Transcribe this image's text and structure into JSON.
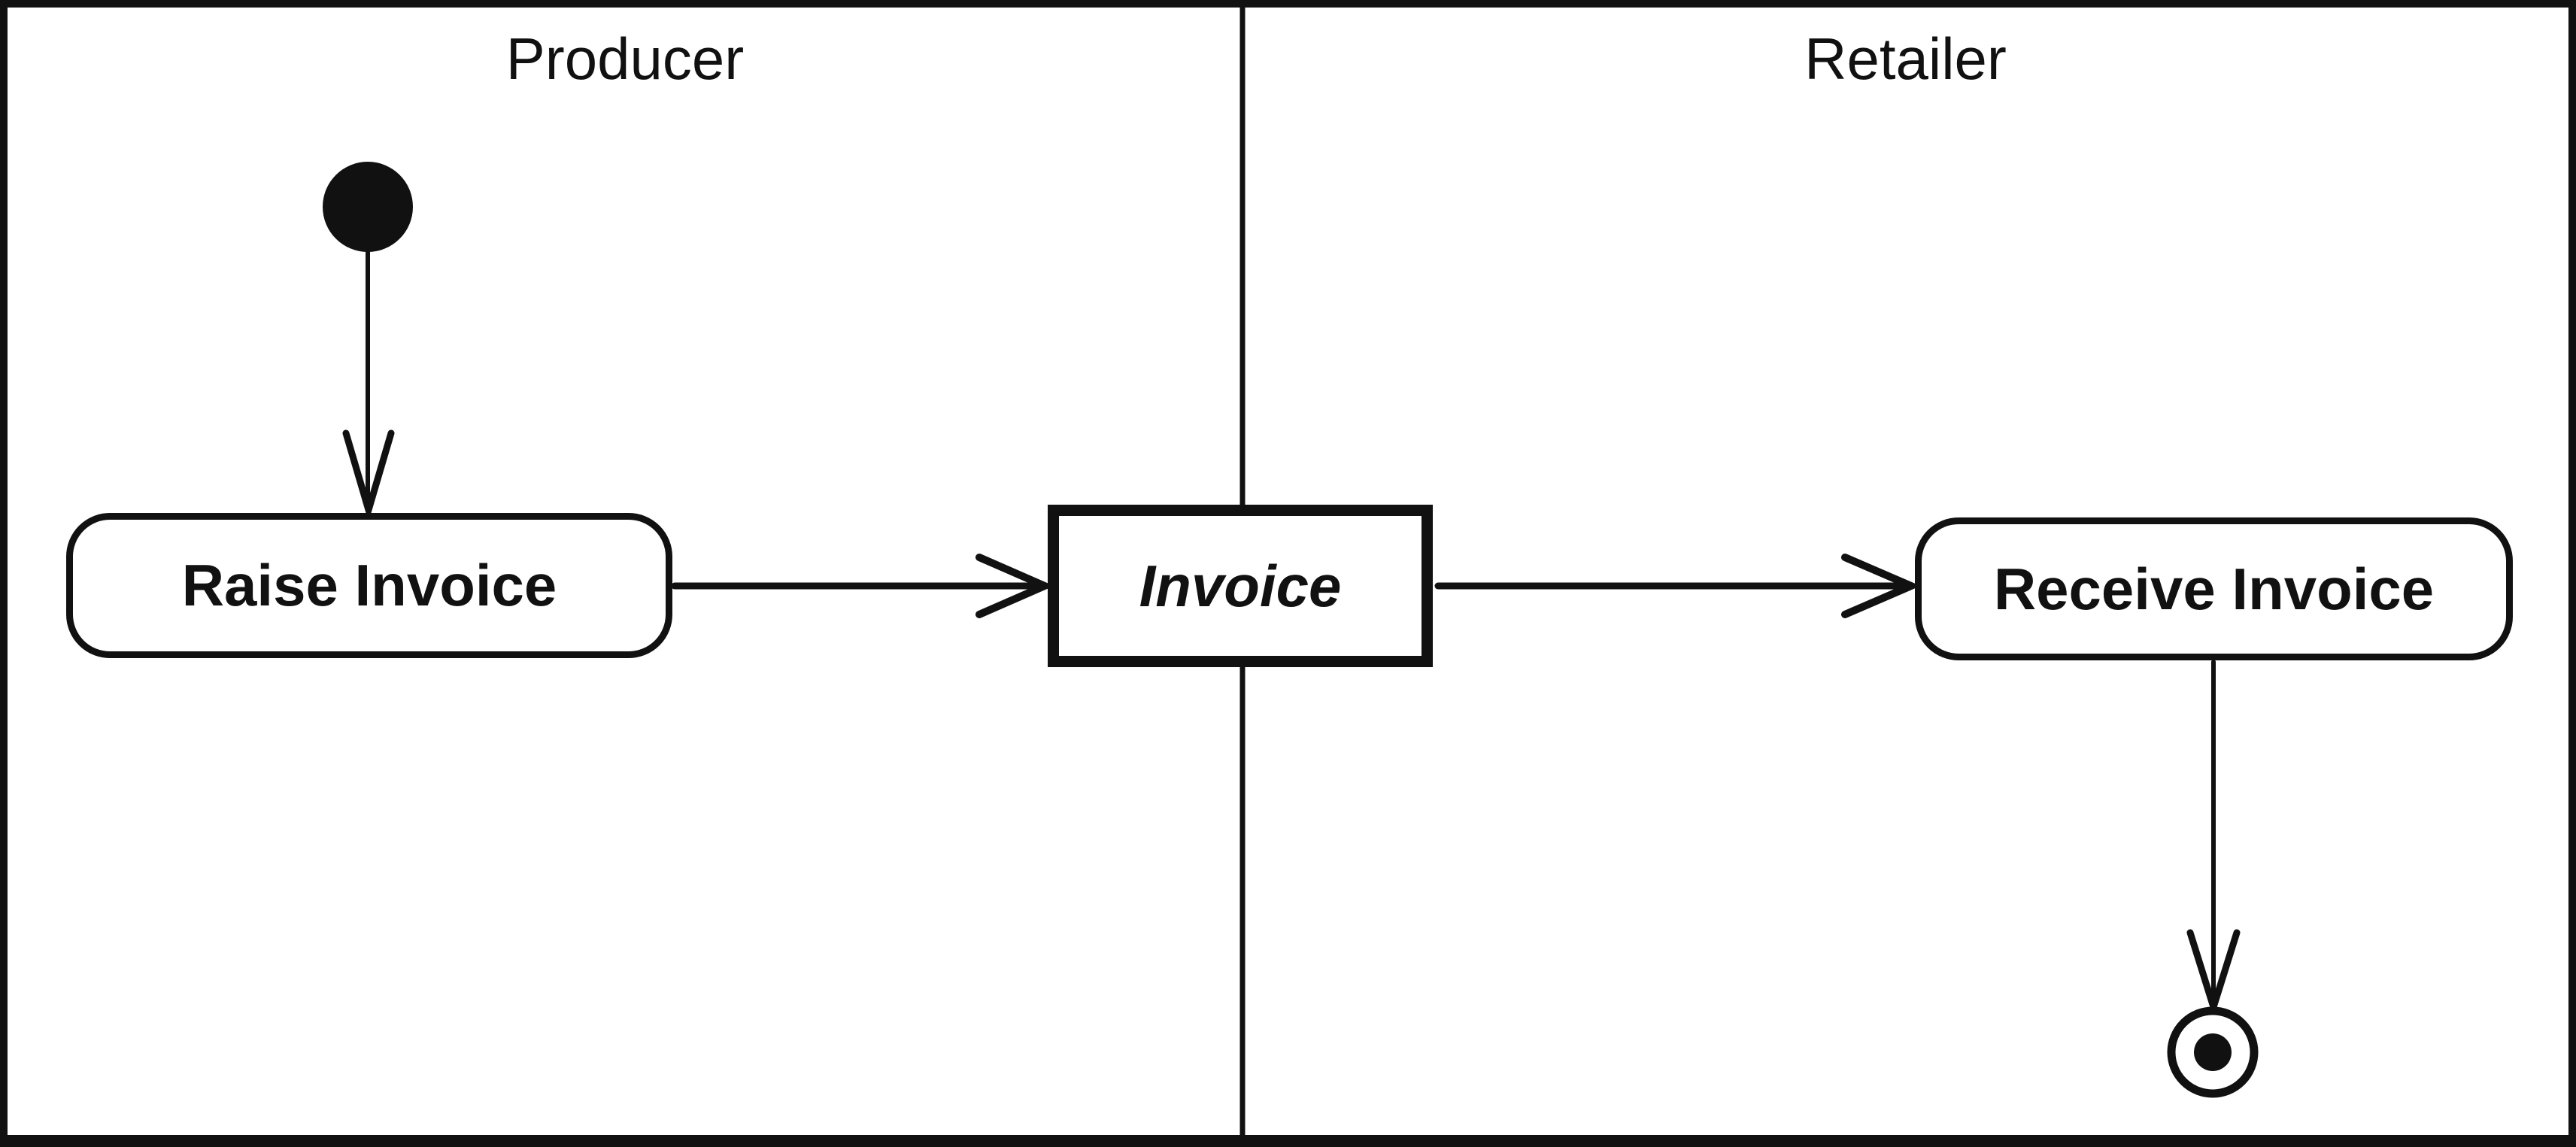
{
  "diagram": {
    "kind": "uml-activity-swimlane-diagram",
    "colors": {
      "ink": "#111111",
      "paper": "#ffffff"
    },
    "lanes": [
      {
        "label": "Producer"
      },
      {
        "label": "Retailer"
      }
    ],
    "nodes": {
      "initial": {
        "type": "initial-node",
        "shape": "filled-circle",
        "lane": "Producer"
      },
      "raise": {
        "type": "action-state",
        "label": "Raise Invoice",
        "lane": "Producer"
      },
      "invoice": {
        "type": "object-node",
        "label": "Invoice",
        "lane": "between-lanes"
      },
      "receive": {
        "type": "action-state",
        "label": "Receive Invoice",
        "lane": "Retailer"
      },
      "final": {
        "type": "final-node",
        "shape": "bullseye",
        "lane": "Retailer"
      }
    },
    "edges": [
      {
        "from": "initial",
        "to": "raise",
        "style": "open-arrow"
      },
      {
        "from": "raise",
        "to": "invoice",
        "style": "open-arrow"
      },
      {
        "from": "invoice",
        "to": "receive",
        "style": "open-arrow"
      },
      {
        "from": "receive",
        "to": "final",
        "style": "open-arrow"
      }
    ]
  }
}
